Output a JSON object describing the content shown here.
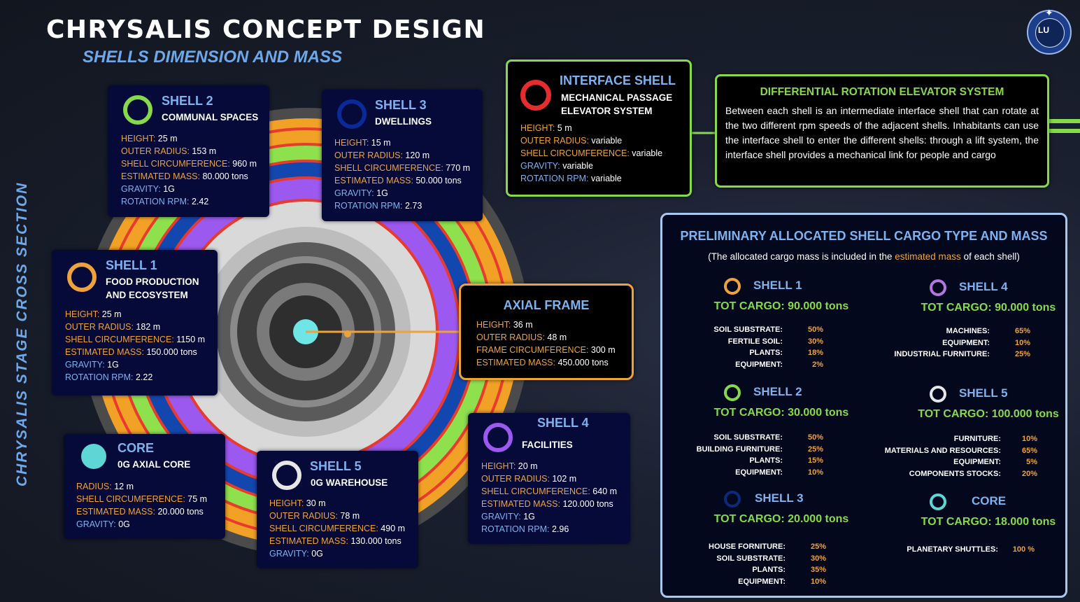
{
  "header": {
    "title": "CHRYSALIS CONCEPT DESIGN",
    "subtitle": "SHELLS DIMENSION AND MASS",
    "vertical_label": "CHRYSALIS STAGE CROSS SECTION",
    "logo_text": "LU"
  },
  "colors": {
    "accent_blue": "#7db2ef",
    "orange": "#f0a23a",
    "green": "#86d94b",
    "red": "#e62d2d",
    "navy_card": "#050a38"
  },
  "shell2": {
    "name": "SHELL 2",
    "desc": "COMMUNAL SPACES",
    "height_k": "HEIGHT:",
    "height_v": "25 m",
    "radius_k": "OUTER RADIUS:",
    "radius_v": "153 m",
    "circ_k": "SHELL CIRCUMFERENCE:",
    "circ_v": "960 m",
    "mass_k": "ESTIMATED MASS:",
    "mass_v": "80.000 tons",
    "grav_k": "GRAVITY:",
    "grav_v": "1G",
    "rpm_k": "ROTATION RPM:",
    "rpm_v": "2.42"
  },
  "shell3": {
    "name": "SHELL 3",
    "desc": "DWELLINGS",
    "height_k": "HEIGHT:",
    "height_v": "15 m",
    "radius_k": "OUTER RADIUS:",
    "radius_v": "120 m",
    "circ_k": "SHELL CIRCUMFERENCE:",
    "circ_v": "770 m",
    "mass_k": "ESTIMATED MASS:",
    "mass_v": "50.000 tons",
    "grav_k": "GRAVITY:",
    "grav_v": "1G",
    "rpm_k": "ROTATION RPM:",
    "rpm_v": "2.73"
  },
  "shell1": {
    "name": "SHELL 1",
    "desc1": "FOOD PRODUCTION",
    "desc2": "AND ECOSYSTEM",
    "height_k": "HEIGHT:",
    "height_v": "25 m",
    "radius_k": "OUTER RADIUS:",
    "radius_v": "182 m",
    "circ_k": "SHELL CIRCUMFERENCE:",
    "circ_v": "1150 m",
    "mass_k": "ESTIMATED MASS:",
    "mass_v": "150.000 tons",
    "grav_k": "GRAVITY:",
    "grav_v": "1G",
    "rpm_k": "ROTATION RPM:",
    "rpm_v": "2.22"
  },
  "core": {
    "name": "CORE",
    "desc": "0G AXIAL CORE",
    "radius_k": "RADIUS:",
    "radius_v": "12 m",
    "circ_k": "SHELL CIRCUMFERENCE:",
    "circ_v": "75 m",
    "mass_k": "ESTIMATED MASS:",
    "mass_v": "20.000 tons",
    "grav_k": "GRAVITY:",
    "grav_v": "0G"
  },
  "shell5": {
    "name": "SHELL 5",
    "desc": "0G WAREHOUSE",
    "height_k": "HEIGHT:",
    "height_v": "30 m",
    "radius_k": "OUTER RADIUS:",
    "radius_v": "78 m",
    "circ_k": "SHELL CIRCUMFERENCE:",
    "circ_v": "490 m",
    "mass_k": "ESTIMATED MASS:",
    "mass_v": "130.000 tons",
    "grav_k": "GRAVITY:",
    "grav_v": "0G"
  },
  "shell4": {
    "name": "SHELL 4",
    "desc": "FACILITIES",
    "height_k": "HEIGHT:",
    "height_v": "20 m",
    "radius_k": "OUTER RADIUS:",
    "radius_v": "102 m",
    "circ_k": "SHELL CIRCUMFERENCE:",
    "circ_v": "640 m",
    "mass_k": "ESTIMATED MASS:",
    "mass_v": "120.000 tons",
    "grav_k": "GRAVITY:",
    "grav_v": "1G",
    "rpm_k": "ROTATION RPM:",
    "rpm_v": "2.96"
  },
  "axial": {
    "name": "AXIAL FRAME",
    "height_k": "HEIGHT:",
    "height_v": "36 m",
    "radius_k": "OUTER RADIUS:",
    "radius_v": "48 m",
    "circ_k": "FRAME CIRCUMFERENCE:",
    "circ_v": "300 m",
    "mass_k": "ESTIMATED MASS:",
    "mass_v": "450.000 tons"
  },
  "interface": {
    "name": "INTERFACE SHELL",
    "desc1": "MECHANICAL PASSAGE",
    "desc2": "ELEVATOR SYSTEM",
    "height_k": "HEIGHT:",
    "height_v": "5 m",
    "radius_k": "OUTER RADIUS:",
    "radius_v": "variable",
    "circ_k": "SHELL CIRCUMFERENCE:",
    "circ_v": "variable",
    "grav_k": "GRAVITY:",
    "grav_v": "variable",
    "rpm_k": "ROTATION RPM:",
    "rpm_v": "variable"
  },
  "elevator": {
    "title": "DIFFERENTIAL ROTATION ELEVATOR SYSTEM",
    "body": "Between each shell is an intermediate interface shell that can rotate at the two different rpm speeds of the adjacent shells. Inhabitants can use the interface shell to enter the different shells: through a lift system, the interface shell provides a mechanical link for people and cargo"
  },
  "cargo": {
    "title": "PRELIMINARY ALLOCATED SHELL CARGO TYPE AND MASS",
    "note_a": "(The allocated cargo mass is included in the ",
    "note_hl": "estimated mass",
    "note_b": " of each shell)",
    "blocks": [
      {
        "name": "SHELL 1",
        "ring": "#f0a23a",
        "tot": "TOT CARGO:  90.000 tons",
        "rows": [
          [
            "SOIL SUBSTRATE:",
            "50%"
          ],
          [
            "FERTILE SOIL:",
            "30%"
          ],
          [
            "PLANTS:",
            "18%"
          ],
          [
            "EQUIPMENT:",
            "2%"
          ]
        ]
      },
      {
        "name": "SHELL 4",
        "ring": "#b276e0",
        "tot": "TOT CARGO:  90.000 tons",
        "rows": [
          [
            "MACHINES:",
            "65%"
          ],
          [
            "EQUIPMENT:",
            "10%"
          ],
          [
            "INDUSTRIAL FURNITURE:",
            "25%"
          ]
        ]
      },
      {
        "name": "SHELL 2",
        "ring": "#86d94b",
        "tot": "TOT CARGO:  30.000 tons",
        "rows": [
          [
            "SOIL SUBSTRATE:",
            "50%"
          ],
          [
            "BUILDING FURNITURE:",
            "25%"
          ],
          [
            "PLANTS:",
            "15%"
          ],
          [
            "EQUIPMENT:",
            "10%"
          ]
        ]
      },
      {
        "name": "SHELL 5",
        "ring": "#e6e6e6",
        "tot": "TOT CARGO:  100.000 tons",
        "rows": [
          [
            "FURNITURE:",
            "10%"
          ],
          [
            "MATERIALS AND RESOURCES:",
            "65%"
          ],
          [
            "EQUIPMENT:",
            "5%"
          ],
          [
            "COMPONENTS STOCKS:",
            "20%"
          ]
        ]
      },
      {
        "name": "SHELL 3",
        "ring": "#0b2a7a",
        "tot": "TOT CARGO:  20.000 tons",
        "rows": [
          [
            "HOUSE FORNITURE:",
            "25%"
          ],
          [
            "SOIL SUBSTRATE:",
            "30%"
          ],
          [
            "PLANTS:",
            "35%"
          ],
          [
            "EQUIPMENT:",
            "10%"
          ]
        ]
      },
      {
        "name": "CORE",
        "ring": "#5fd6d6",
        "tot": "TOT CARGO:  18.000 tons",
        "rows": [
          [
            "PLANETARY SHUTTLES:",
            "100 %"
          ]
        ]
      }
    ]
  }
}
